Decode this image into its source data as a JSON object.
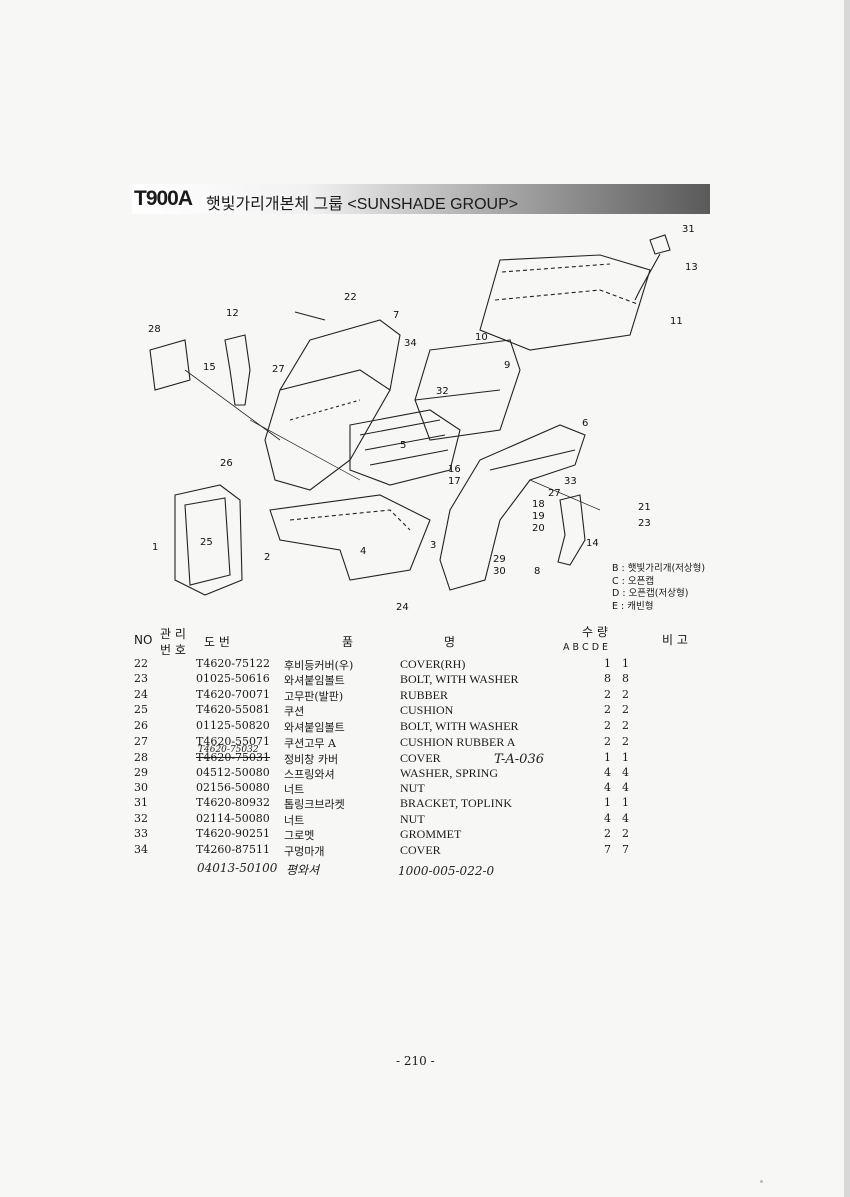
{
  "header": {
    "model": "T900A",
    "title": "햇빛가리개본체 그룹 <SUNSHADE GROUP>"
  },
  "diagram": {
    "callouts": [
      "31",
      "13",
      "11",
      "22",
      "7",
      "28",
      "12",
      "10",
      "34",
      "9",
      "15",
      "27",
      "32",
      "6",
      "26",
      "5",
      "16",
      "17",
      "33",
      "27",
      "18",
      "19",
      "20",
      "21",
      "23",
      "14",
      "1",
      "25",
      "2",
      "3",
      "29",
      "30",
      "8",
      "24",
      "4"
    ]
  },
  "legend": [
    "B : 햇빛가리개(저상형)",
    "C : 오픈캡",
    "D : 오픈캡(저상형)",
    "E : 캐빈형"
  ],
  "table": {
    "headers": {
      "no": "NO",
      "ref_top": "관 리",
      "ref_bottom": "번 호",
      "part_no": "도   번",
      "name_kr": "품",
      "name_en": "명",
      "qty": "수   량",
      "qty_cols": "A  B  C  D  E",
      "remarks": "비   고"
    },
    "rows": [
      {
        "no": "22",
        "part_no": "T4620-75122",
        "name_kr": "후비등커버(우)",
        "name_en": "COVER(RH)",
        "c": "1",
        "d": "1"
      },
      {
        "no": "23",
        "part_no": "01025-50616",
        "name_kr": "와셔붙임볼트",
        "name_en": "BOLT, WITH WASHER",
        "c": "8",
        "d": "8"
      },
      {
        "no": "24",
        "part_no": "T4620-70071",
        "name_kr": "고무판(발판)",
        "name_en": "RUBBER",
        "c": "2",
        "d": "2"
      },
      {
        "no": "25",
        "part_no": "T4620-55081",
        "name_kr": "쿠션",
        "name_en": "CUSHION",
        "c": "2",
        "d": "2"
      },
      {
        "no": "26",
        "part_no": "01125-50820",
        "name_kr": "와셔붙임볼트",
        "name_en": "BOLT, WITH WASHER",
        "c": "2",
        "d": "2"
      },
      {
        "no": "27",
        "part_no": "T4620-55071",
        "name_kr": "쿠션고무 A",
        "name_en": "CUSHION RUBBER A",
        "c": "2",
        "d": "2"
      },
      {
        "no": "28",
        "part_no": "T4620-75031",
        "name_kr": "정비창 카버",
        "name_en": "COVER",
        "c": "1",
        "d": "1"
      },
      {
        "no": "29",
        "part_no": "04512-50080",
        "name_kr": "스프링와셔",
        "name_en": "WASHER, SPRING",
        "c": "4",
        "d": "4"
      },
      {
        "no": "30",
        "part_no": "02156-50080",
        "name_kr": "너트",
        "name_en": "NUT",
        "c": "4",
        "d": "4"
      },
      {
        "no": "31",
        "part_no": "T4620-80932",
        "name_kr": "톱링크브라켓",
        "name_en": "BRACKET, TOPLINK",
        "c": "1",
        "d": "1"
      },
      {
        "no": "32",
        "part_no": "02114-50080",
        "name_kr": "너트",
        "name_en": "NUT",
        "c": "4",
        "d": "4"
      },
      {
        "no": "33",
        "part_no": "T4620-90251",
        "name_kr": "그로멧",
        "name_en": "GROMMET",
        "c": "2",
        "d": "2"
      },
      {
        "no": "34",
        "part_no": "T4260-87511",
        "name_kr": "구멍마개",
        "name_en": "COVER",
        "c": "7",
        "d": "7"
      }
    ],
    "handwritten": {
      "row28_over": "T4620-75032",
      "row28_note": "T-A-036",
      "extra_part": "04013-50100",
      "extra_name": "평와셔",
      "extra_note": "1000-005-022-0"
    }
  },
  "page_number": "- 210 -"
}
